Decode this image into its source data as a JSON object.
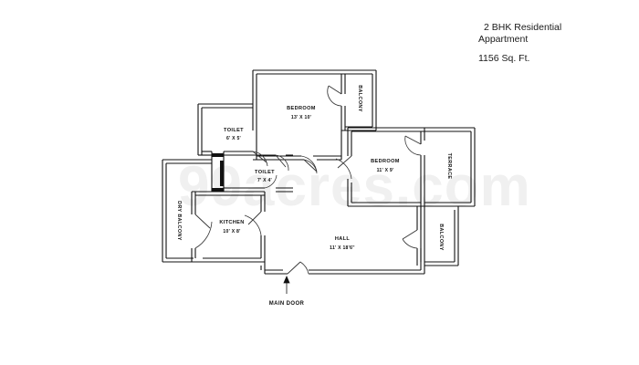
{
  "document": {
    "type": "floor-plan-drawing",
    "title_line_1": "2 BHK Residential",
    "title_line_2": "Appartment",
    "area": "1156 Sq. Ft.",
    "watermark": "99acres.com",
    "background_color": "#ffffff",
    "line_color": "#111111"
  },
  "rooms": [
    {
      "key": "bedroom_main",
      "label": "BEDROOM",
      "dim": "13' X 10'",
      "orientation": "horizontal"
    },
    {
      "key": "bedroom_second",
      "label": "BEDROOM",
      "dim": "11' X 9'",
      "orientation": "horizontal"
    },
    {
      "key": "hall",
      "label": "HALL",
      "dim": "11' X 18'6\"",
      "orientation": "horizontal"
    },
    {
      "key": "kitchen",
      "label": "KITCHEN",
      "dim": "10' X 8'",
      "orientation": "horizontal"
    },
    {
      "key": "toilet_upper",
      "label": "TOILET",
      "dim": "6' X 5'",
      "orientation": "horizontal"
    },
    {
      "key": "toilet_lower",
      "label": "TOILET",
      "dim": "7' X 4'",
      "orientation": "horizontal"
    },
    {
      "key": "balcony_top",
      "label": "BALCONY",
      "dim": "",
      "orientation": "vertical"
    },
    {
      "key": "balcony_right",
      "label": "BALCONY",
      "dim": "",
      "orientation": "vertical"
    },
    {
      "key": "terrace",
      "label": "TERRACE",
      "dim": "",
      "orientation": "vertical"
    },
    {
      "key": "dry_balcony",
      "label": "DRY BALCONY",
      "dim": "",
      "orientation": "vertical"
    }
  ],
  "annotations": {
    "main_door": "MAIN DOOR"
  }
}
